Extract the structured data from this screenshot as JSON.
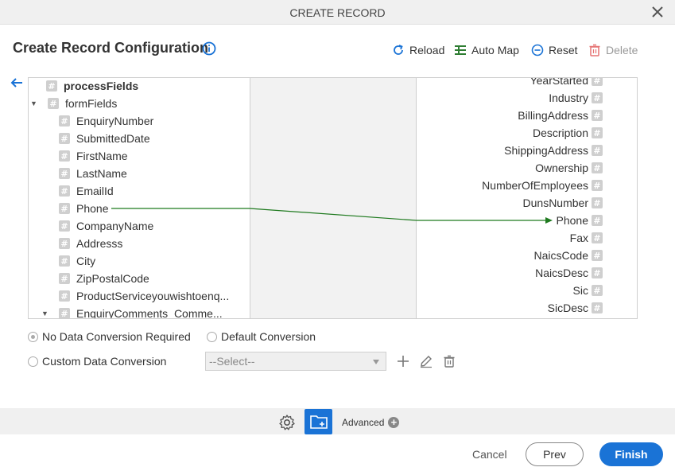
{
  "dialog": {
    "title": "CREATE RECORD"
  },
  "heading": "Create Record Configuration",
  "toolbar": {
    "reload": "Reload",
    "auto_map": "Auto Map",
    "reset": "Reset",
    "delete": "Delete"
  },
  "left_tree": [
    {
      "label": "processFields",
      "bold": true,
      "expander": false
    },
    {
      "label": "formFields",
      "bold": false,
      "expander": true
    },
    {
      "label": "EnquiryNumber"
    },
    {
      "label": "SubmittedDate"
    },
    {
      "label": "FirstName"
    },
    {
      "label": "LastName"
    },
    {
      "label": "EmailId"
    },
    {
      "label": "Phone"
    },
    {
      "label": "CompanyName"
    },
    {
      "label": "Addresss"
    },
    {
      "label": "City"
    },
    {
      "label": "ZipPostalCode"
    },
    {
      "label": "ProductServiceyouwishtoenq..."
    },
    {
      "label": "EnquiryComments_Comme...",
      "expander": true
    }
  ],
  "right_fields": [
    "YearStarted",
    "Industry",
    "BillingAddress",
    "Description",
    "ShippingAddress",
    "Ownership",
    "NumberOfEmployees",
    "DunsNumber",
    "Phone",
    "Fax",
    "NaicsCode",
    "NaicsDesc",
    "Sic",
    "SicDesc"
  ],
  "mapping": {
    "from": "Phone",
    "to": "Phone",
    "color": "#1f7a1f"
  },
  "conversion": {
    "no_conversion": "No Data Conversion Required",
    "default_conversion": "Default Conversion",
    "custom_conversion": "Custom Data Conversion",
    "select_placeholder": "--Select--",
    "selected_option": "no_conversion"
  },
  "bottom": {
    "advanced": "Advanced"
  },
  "footer": {
    "cancel": "Cancel",
    "prev": "Prev",
    "finish": "Finish"
  },
  "colors": {
    "accent": "#1a73d6",
    "toolbar_icon": "#1a73d6",
    "automap_icon": "#2e7d32",
    "delete_icon": "#e57373"
  }
}
